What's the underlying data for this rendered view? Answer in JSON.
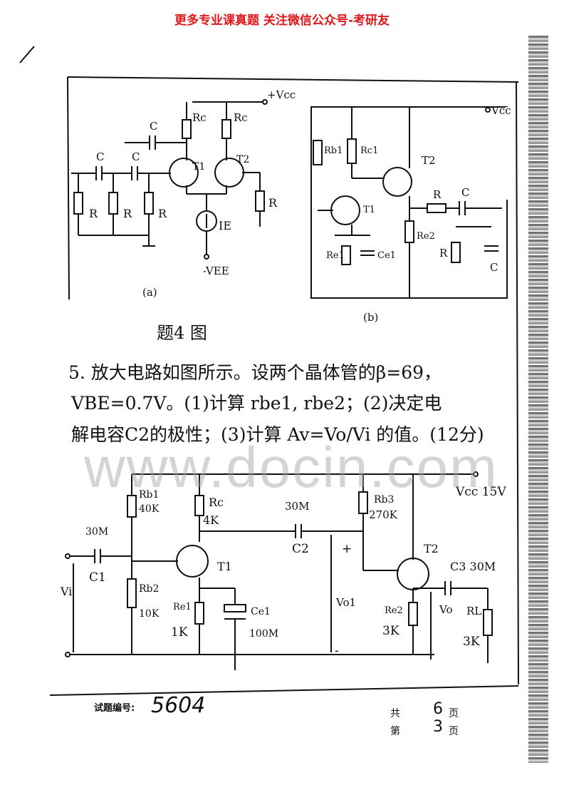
{
  "header": {
    "title": "更多专业课真题 关注微信公众号-考研友"
  },
  "figure4": {
    "a": {
      "vcc": "+Vcc",
      "c_top": "C",
      "c1": "C",
      "c2": "C",
      "rc1": "Rc",
      "rc2": "Rc",
      "t1": "T1",
      "t2": "T2",
      "r1": "R",
      "r2": "R",
      "r3": "R",
      "r4": "R",
      "ie": "IE",
      "vee": "-VEE",
      "caption": "(a)"
    },
    "b": {
      "vcc": "Vcc",
      "rb1": "Rb1",
      "rc1": "Rc1",
      "t1": "T1",
      "t2": "T2",
      "r": "R",
      "c": "C",
      "re2": "Re2",
      "re1": "Re1",
      "ce1": "Ce1",
      "r2": "R",
      "c2": "C",
      "caption": "(b)"
    },
    "caption": "题4 图"
  },
  "problem": {
    "line1": "5. 放大电路如图所示。设两个晶体管的β=69，",
    "line2": "VBE=0.7V。(1)计算 rbe1, rbe2；(2)决定电",
    "line3": "解电容C2的极性；(3)计算 Av=Vo/Vi 的值。(12分)"
  },
  "figure5": {
    "vcc": "Vcc 15V",
    "rb1": "Rb1",
    "rb1_val": "40K",
    "rc": "Rc",
    "rc_val": "4K",
    "c2_val": "30M",
    "c2": "C2",
    "rb3": "Rb3",
    "rb3_val": "270K",
    "c1_val": "30M",
    "c1": "C1",
    "vi": "Vi",
    "t1": "T1",
    "t2": "T2",
    "rb2": "Rb2",
    "rb2_val": "10K",
    "re1": "Re1",
    "re1_val": "1K",
    "ce1": "Ce1",
    "ce1_val": "100M",
    "vo1": "Vo1",
    "re2": "Re2",
    "re2_val": "3K",
    "c3": "C3 30M",
    "vo": "Vo",
    "rl": "RL",
    "rl_val": "3K",
    "plus": "+",
    "minus": "-"
  },
  "watermark": "www.docin.com",
  "footer": {
    "code_label": "试题编号:",
    "code": "5604",
    "total_label": "共",
    "total": "6",
    "page_label": "第",
    "page": "3",
    "unit": "页"
  }
}
